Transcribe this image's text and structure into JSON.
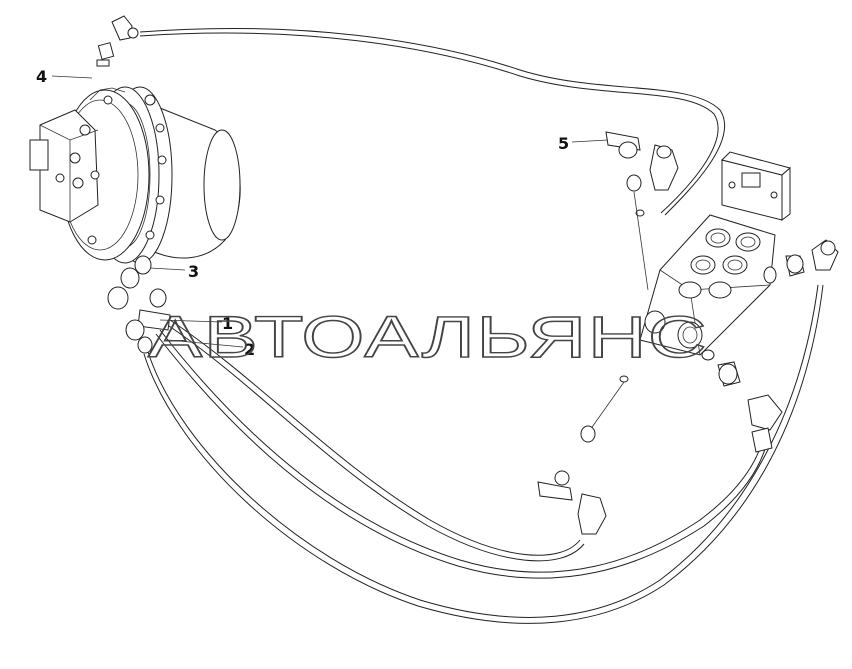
{
  "callouts": [
    {
      "id": "1",
      "label": "1"
    },
    {
      "id": "2",
      "label": "2"
    },
    {
      "id": "3",
      "label": "3"
    },
    {
      "id": "4",
      "label": "4"
    },
    {
      "id": "5",
      "label": "5"
    }
  ],
  "watermark": "АВТОАЛЬЯНС"
}
